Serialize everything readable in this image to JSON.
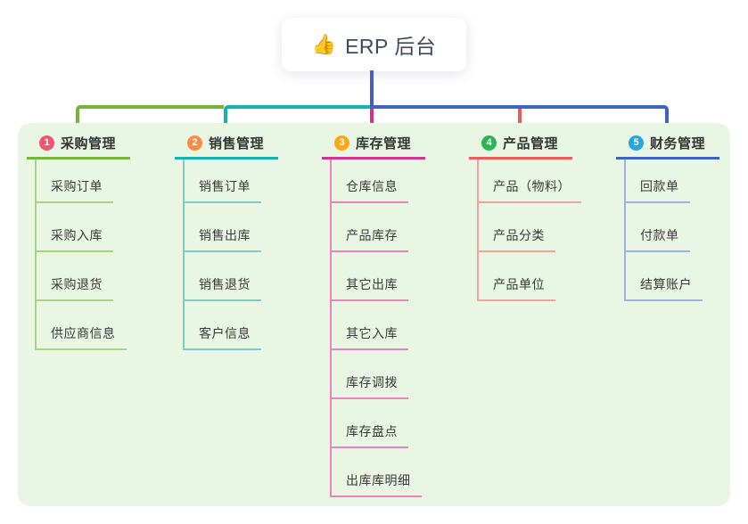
{
  "root": {
    "icon": "👍",
    "label": "ERP 后台",
    "stem_color": "#4c5bc4"
  },
  "panel": {
    "background": "#e9f6e4"
  },
  "branches": [
    {
      "num": "1",
      "label": "采购管理",
      "badge_color": "#f2566f",
      "line_color": "#74b63c",
      "child_line_color": "#a9d47f",
      "children": [
        "采购订单",
        "采购入库",
        "采购退货",
        "供应商信息"
      ]
    },
    {
      "num": "2",
      "label": "销售管理",
      "badge_color": "#f98d43",
      "line_color": "#14b3ab",
      "child_line_color": "#7fccc7",
      "children": [
        "销售订单",
        "销售出库",
        "销售退货",
        "客户信息"
      ]
    },
    {
      "num": "3",
      "label": "库存管理",
      "badge_color": "#fba818",
      "line_color": "#d6348c",
      "child_line_color": "#ee82ba",
      "children": [
        "仓库信息",
        "产品库存",
        "其它出库",
        "其它入库",
        "库存调拨",
        "库存盘点",
        "出库库明细"
      ]
    },
    {
      "num": "4",
      "label": "产品管理",
      "badge_color": "#2eb553",
      "line_color": "#f2575a",
      "child_line_color": "#f8a19c",
      "children": [
        "产品（物料）",
        "产品分类",
        "产品单位"
      ]
    },
    {
      "num": "5",
      "label": "财务管理",
      "badge_color": "#28a4de",
      "line_color": "#3d63c5",
      "child_line_color": "#9db1e8",
      "children": [
        "回款单",
        "付款单",
        "结算账户"
      ]
    }
  ]
}
